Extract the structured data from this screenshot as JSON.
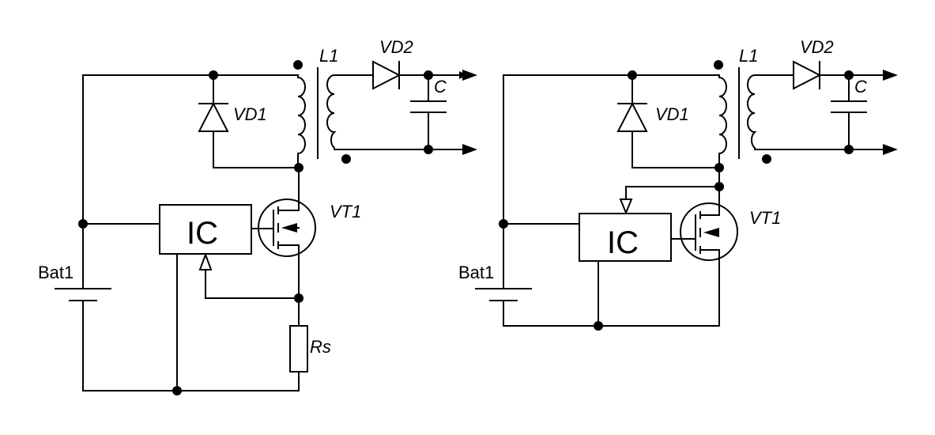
{
  "left": {
    "labels": {
      "L1": "L1",
      "VD1": "VD1",
      "VD2": "VD2",
      "C": "C",
      "IC": "IC",
      "VT1": "VT1",
      "Bat1": "Bat1",
      "Rs": "Rs"
    }
  },
  "right": {
    "labels": {
      "L1": "L1",
      "VD1": "VD1",
      "VD2": "VD2",
      "C": "C",
      "IC": "IC",
      "VT1": "VT1",
      "Bat1": "Bat1"
    }
  }
}
